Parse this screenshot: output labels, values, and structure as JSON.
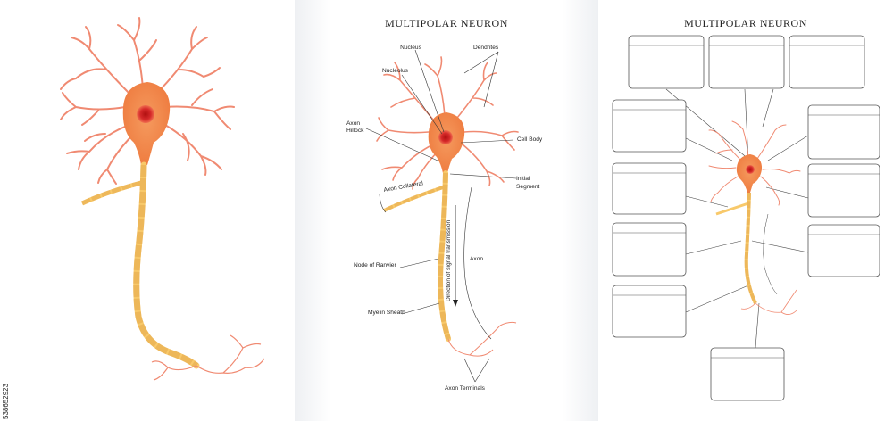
{
  "titles": {
    "middle": "MULTIPOLAR NEURON",
    "right": "MULTIPOLAR NEURON"
  },
  "labels": {
    "nucleus": "Nucleus",
    "dendrites": "Dendrites",
    "nucleolus": "Nucleolus",
    "axon_hillock_line1": "Axon",
    "axon_hillock_line2": "Hillock",
    "cell_body": "Cell Body",
    "initial_segment_line1": "Initial",
    "initial_segment_line2": "Segment",
    "axon_collateral": "Axon Collateral",
    "direction": "Direction of signal transmission",
    "axon": "Axon",
    "node_of_ranvier": "Node of Ranvier",
    "myelin_sheath": "Myelin Sheath",
    "axon_terminals": "Axon Terminals"
  },
  "stock_id": "538652923",
  "colors": {
    "soma": "#f2894f",
    "soma_light": "#f7b08a",
    "nucleus": "#d62a2a",
    "dendrite": "#f08a72",
    "myelin": "#f8c96a",
    "myelin_edge": "#e3a84a"
  }
}
